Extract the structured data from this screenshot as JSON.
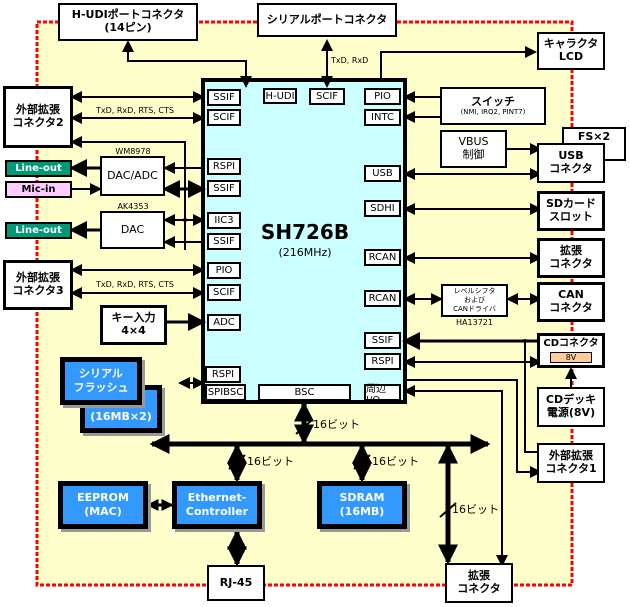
{
  "colors": {
    "board_bg": "#ffffcc",
    "board_border": "#ff0000",
    "cpu_bg": "#ccffff",
    "memory_block": "#3399ff",
    "line_out": "#009977",
    "mic_in": "#ffccff",
    "voltage_badge": "#ffcc99"
  },
  "cpu": {
    "name": "SH726B",
    "clock": "(216MHz)",
    "modules": {
      "top": [
        "SSIF",
        "H-UDI",
        "SCIF",
        "PIO"
      ],
      "left": [
        "SCIF",
        "RSPI",
        "SSIF",
        "IIC3",
        "SSIF",
        "PIO",
        "SCIF",
        "ADC",
        "RSPI",
        "SPIBSC"
      ],
      "right": [
        "INTC",
        "USB",
        "SDHI",
        "RCAN",
        "RCAN",
        "SSIF",
        "RSPI",
        "周辺I/O"
      ],
      "bottom": [
        "BSC"
      ]
    }
  },
  "external": {
    "hudi_connector": "H-UDIポートコネクタ\n(14ピン)",
    "serial_port_connector": "シリアルポートコネクタ",
    "char_lcd": "キャラクタ\nLCD",
    "ext_conn2": "外部拡張\nコネクタ2",
    "ext_conn3": "外部拡張\nコネクタ3",
    "ext_conn1": "外部拡張\nコネクタ1",
    "switch_title": "スイッチ",
    "switch_sub": "(NMI, IRQ2, PINT7)",
    "vbus": "VBUS\n制御",
    "fs": "FS×2",
    "usb_conn": "USB\nコネクタ",
    "sd_slot": "SDカード\nスロット",
    "exp_conn_right": "拡張\nコネクタ",
    "level_shifter": "レベルシフタ\nおよび\nCANドライバ",
    "level_shifter_part": "HA13721",
    "can_conn": "CAN\nコネクタ",
    "cd_conn": "CDコネクタ",
    "cd_badge": "8V",
    "cd_power": "CDデッキ\n電源(8V)",
    "line_out_1": "Line-out",
    "mic_in": "Mic-in",
    "line_out_2": "Line-out",
    "codec_part": "WM8978",
    "codec": "DAC/ADC",
    "dac_part": "AK4353",
    "dac": "DAC",
    "keypad": "キー入力\n4×4",
    "serial_flash": "シリアル\nフラッシュ",
    "serial_flash_size": "(16MB×2)",
    "eeprom": "EEPROM\n(MAC)",
    "ethernet": "Ethernet-\nController",
    "sdram": "SDRAM\n(16MB)",
    "rj45": "RJ-45",
    "exp_conn_bottom": "拡張\nコネクタ"
  },
  "signals": {
    "serial_port": "TxD, RxD",
    "uart_ext2": "TxD, RxD, RTS, CTS",
    "uart_ext3": "TxD, RxD, RTS, CTS",
    "bus_main": "16ビット",
    "bus_ethernet": "16ビット",
    "bus_sdram": "16ビット",
    "bus_expansion": "16ビット"
  }
}
